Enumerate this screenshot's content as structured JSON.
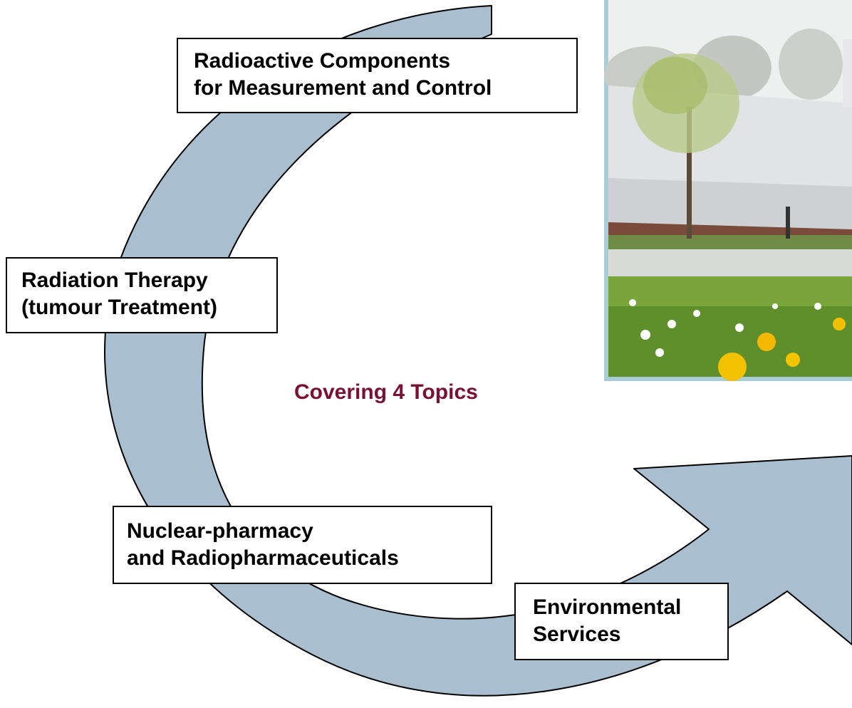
{
  "diagram": {
    "center_title": "Covering 4 Topics",
    "topics": [
      {
        "line1": "Radioactive Components",
        "line2": "for Measurement and Control"
      },
      {
        "line1": "Radiation Therapy",
        "line2": "(tumour Treatment)"
      },
      {
        "line1": "Nuclear-pharmacy",
        "line2": "and Radiopharmaceuticals"
      },
      {
        "line1": "Environmental",
        "line2": "Services"
      }
    ]
  },
  "photo": {
    "subject": "white industrial building with a young tree and a meadow of dandelions and daisies"
  },
  "colors": {
    "arrow_fill": "#a9bfcf",
    "center_title": "#7a1033",
    "photo_border": "#a9cdd6"
  }
}
